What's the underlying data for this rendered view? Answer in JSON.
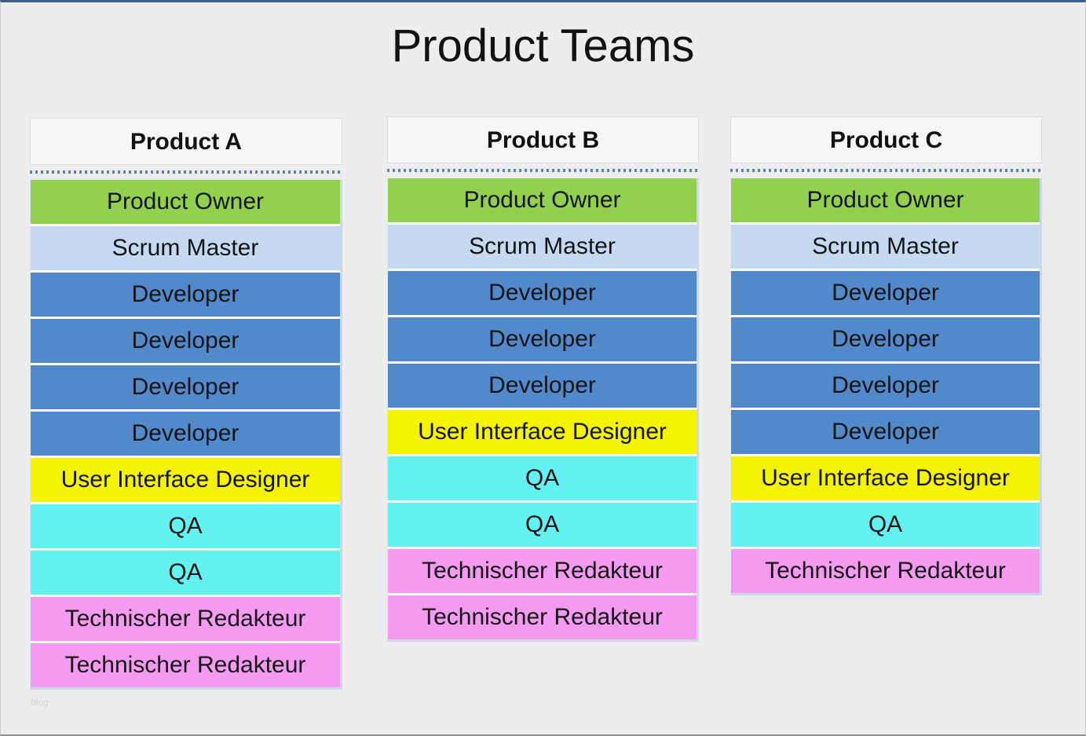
{
  "title": "Product Teams",
  "watermark": "blog",
  "colors": {
    "product_owner": "#92D050",
    "scrum_master": "#C5D9F1",
    "developer": "#5189CB",
    "ui_designer": "#F4F400",
    "qa": "#63F2EF",
    "tech_redakteur": "#F49BF1",
    "dotted_divider": "#5B80AD",
    "header_bg": "#F6F6F6",
    "page_bg": "#EDEDED",
    "stack_shadow": "#CCD8E8"
  },
  "columns": [
    {
      "header": "Product A",
      "rows": [
        {
          "role": "product_owner",
          "label": "Product Owner"
        },
        {
          "role": "scrum_master",
          "label": "Scrum Master"
        },
        {
          "role": "developer",
          "label": "Developer"
        },
        {
          "role": "developer",
          "label": "Developer"
        },
        {
          "role": "developer",
          "label": "Developer"
        },
        {
          "role": "developer",
          "label": "Developer"
        },
        {
          "role": "ui_designer",
          "label": "User Interface Designer"
        },
        {
          "role": "qa",
          "label": "QA"
        },
        {
          "role": "qa",
          "label": "QA"
        },
        {
          "role": "tech_redakteur",
          "label": "Technischer Redakteur"
        },
        {
          "role": "tech_redakteur",
          "label": "Technischer Redakteur"
        }
      ]
    },
    {
      "header": "Product B",
      "rows": [
        {
          "role": "product_owner",
          "label": "Product Owner"
        },
        {
          "role": "scrum_master",
          "label": "Scrum Master"
        },
        {
          "role": "developer",
          "label": "Developer"
        },
        {
          "role": "developer",
          "label": "Developer"
        },
        {
          "role": "developer",
          "label": "Developer"
        },
        {
          "role": "ui_designer",
          "label": "User Interface Designer"
        },
        {
          "role": "qa",
          "label": "QA"
        },
        {
          "role": "qa",
          "label": "QA"
        },
        {
          "role": "tech_redakteur",
          "label": "Technischer Redakteur"
        },
        {
          "role": "tech_redakteur",
          "label": "Technischer Redakteur"
        }
      ]
    },
    {
      "header": "Product C",
      "rows": [
        {
          "role": "product_owner",
          "label": "Product Owner"
        },
        {
          "role": "scrum_master",
          "label": "Scrum Master"
        },
        {
          "role": "developer",
          "label": "Developer"
        },
        {
          "role": "developer",
          "label": "Developer"
        },
        {
          "role": "developer",
          "label": "Developer"
        },
        {
          "role": "developer",
          "label": "Developer"
        },
        {
          "role": "ui_designer",
          "label": "User Interface Designer"
        },
        {
          "role": "qa",
          "label": "QA"
        },
        {
          "role": "tech_redakteur",
          "label": "Technischer Redakteur"
        }
      ]
    }
  ]
}
